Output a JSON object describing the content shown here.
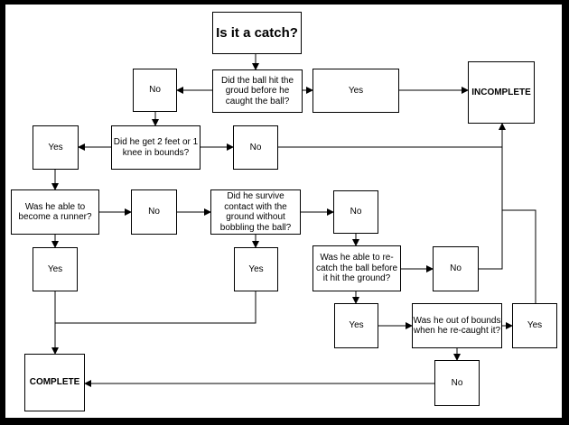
{
  "nodes": {
    "start": "Is it a catch?",
    "q_hit_ground": "Did the ball hit the groud before he caught the ball?",
    "no_1": "No",
    "yes_1": "Yes",
    "incomplete": "INCOMPLETE",
    "q_feet": "Did he get 2 feet or 1 knee in bounds?",
    "yes_2": "Yes",
    "no_2": "No",
    "q_runner": "Was he able to become a runner?",
    "no_3": "No",
    "q_survive": "Did he survive contact with the ground without bobbling the ball?",
    "no_4": "No",
    "yes_3": "Yes",
    "yes_4": "Yes",
    "q_recatch": "Was he able to re-catch the ball before it hit the ground?",
    "no_5": "No",
    "yes_5": "Yes",
    "q_out_bounds": "Was he out of bounds when he re-caught it?",
    "yes_6": "Yes",
    "complete": "COMPLETE",
    "no_6": "No"
  }
}
